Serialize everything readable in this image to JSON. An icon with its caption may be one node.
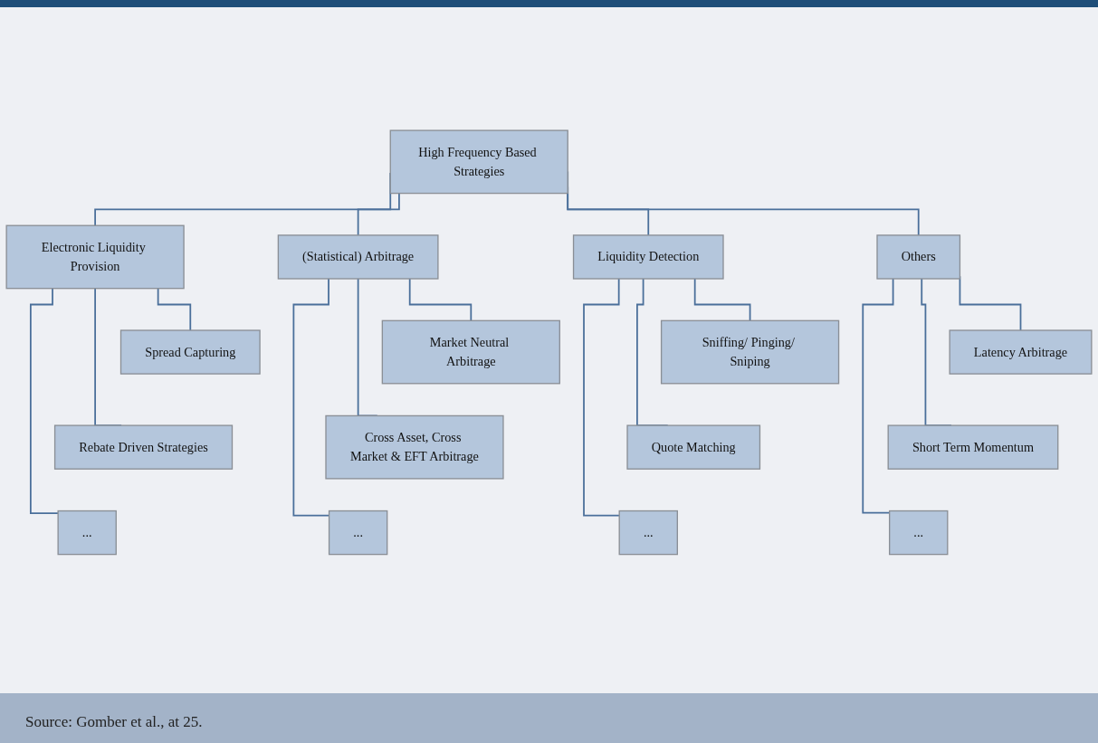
{
  "diagram": {
    "caption": "Source: Gomber et al., at 25.",
    "nodes": [
      {
        "text": [
          "High Frequency Based Strategies"
        ]
      },
      {
        "text": [
          "Electronic Liquidity Provision"
        ]
      },
      {
        "text": [
          "(Statistical) Arbitrage"
        ]
      },
      {
        "text": [
          "Liquidity Detection"
        ]
      },
      {
        "text": [
          "Others"
        ]
      },
      {
        "text": [
          "Spread Capturing"
        ]
      },
      {
        "text": [
          "Rebate Driven Strategies"
        ]
      },
      {
        "text": [
          "..."
        ]
      },
      {
        "text": [
          "Market Neutral Arbitrage"
        ]
      },
      {
        "text": [
          "Cross Asset, Cross Market & EFT Arbitrage"
        ]
      },
      {
        "text": [
          "..."
        ]
      },
      {
        "text": [
          "Sniffing/ Pinging/ Sniping"
        ]
      },
      {
        "text": [
          "Quote Matching"
        ]
      },
      {
        "text": [
          "..."
        ]
      },
      {
        "text": [
          "Latency Arbitrage"
        ]
      },
      {
        "text": [
          "Short Term Momentum"
        ]
      },
      {
        "text": [
          "..."
        ]
      }
    ],
    "edges": [
      {
        "from": 0,
        "to": 1,
        "arrow": "none"
      },
      {
        "from": 0,
        "to": 2,
        "arrow": "none"
      },
      {
        "from": 0,
        "to": 3,
        "arrow": "none"
      },
      {
        "from": 0,
        "to": 4,
        "arrow": "none"
      },
      {
        "from": 1,
        "to": 5,
        "arrow": "none"
      },
      {
        "from": 1,
        "to": 6,
        "arrow": "none"
      },
      {
        "from": 1,
        "to": 7,
        "arrow": "none"
      },
      {
        "from": 2,
        "to": 8,
        "arrow": "none"
      },
      {
        "from": 2,
        "to": 9,
        "arrow": "none"
      },
      {
        "from": 2,
        "to": 10,
        "arrow": "none"
      },
      {
        "from": 3,
        "to": 11,
        "arrow": "none"
      },
      {
        "from": 3,
        "to": 12,
        "arrow": "none"
      },
      {
        "from": 3,
        "to": 13,
        "arrow": "none"
      },
      {
        "from": 4,
        "to": 14,
        "arrow": "none"
      },
      {
        "from": 4,
        "to": 15,
        "arrow": "none"
      },
      {
        "from": 4,
        "to": 16,
        "arrow": "none"
      }
    ]
  }
}
